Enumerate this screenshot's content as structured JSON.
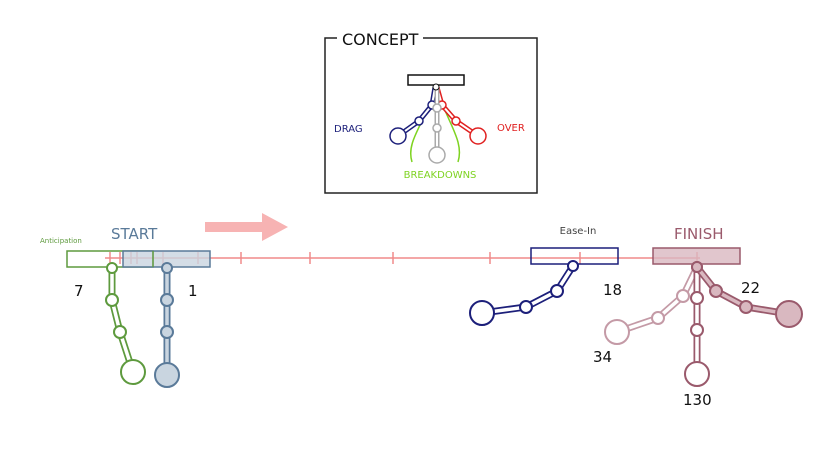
{
  "concept": {
    "title": "CONCEPT",
    "drag": "DRAG",
    "over": "OVER",
    "breakdowns": "BREAKDOWNS"
  },
  "timeline": {
    "anticipation": "Anticipation",
    "start": "START",
    "ease_in": "Ease-In",
    "finish": "FINISH",
    "frames": {
      "anticipation": "7",
      "start": "1",
      "ease_in": "18",
      "finish_a": "22",
      "finish_b": "34",
      "finish_c": "130"
    }
  },
  "colors": {
    "timeline": "#f08a8a",
    "arrow": "#f7b3b3",
    "green": "#5e9a3e",
    "steel": "#5a7a99",
    "navy": "#1c1f7a",
    "rose": "#9a5a6c",
    "red": "#e02020",
    "lime": "#7ed321",
    "gray": "#aaaaaa"
  }
}
